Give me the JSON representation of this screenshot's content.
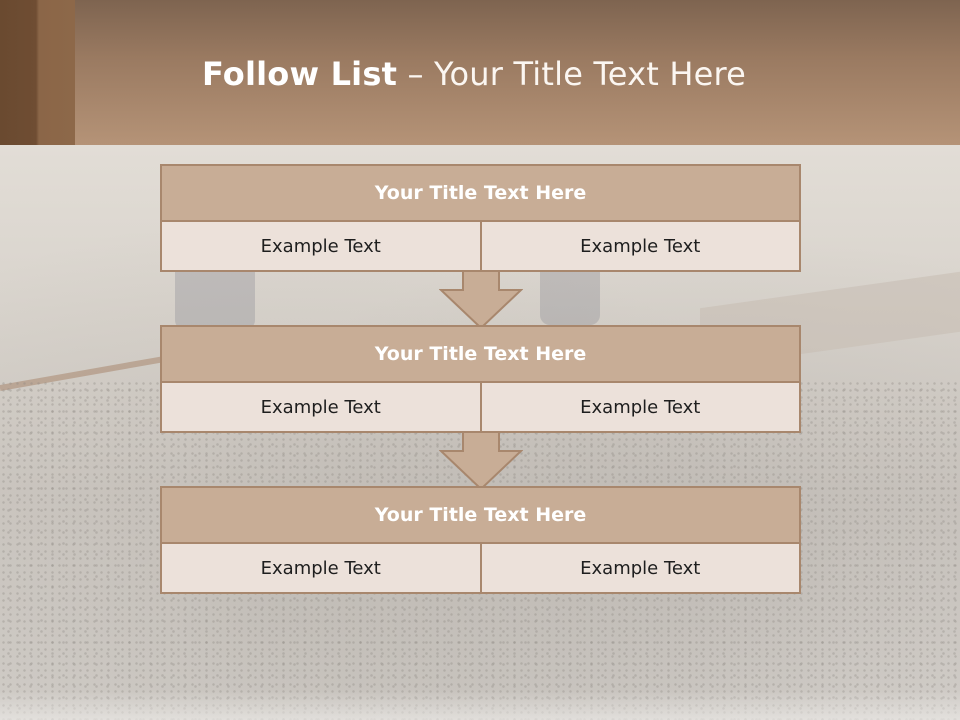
{
  "slide": {
    "title_bold": "Follow List",
    "title_rest": "– Your Title Text Here"
  },
  "boxes": [
    {
      "title": "Your Title Text Here",
      "left_text": "Example Text",
      "right_text": "Example Text"
    },
    {
      "title": "Your Title Text Here",
      "left_text": "Example Text",
      "right_text": "Example Text"
    },
    {
      "title": "Your Title Text Here",
      "left_text": "Example Text",
      "right_text": "Example Text"
    }
  ],
  "colors": {
    "header": "#9a7a61",
    "box_title_bg": "#c8ad96",
    "box_body_bg": "#ece1da",
    "border": "#a8876d",
    "arrow_fill": "#c8ad96"
  }
}
